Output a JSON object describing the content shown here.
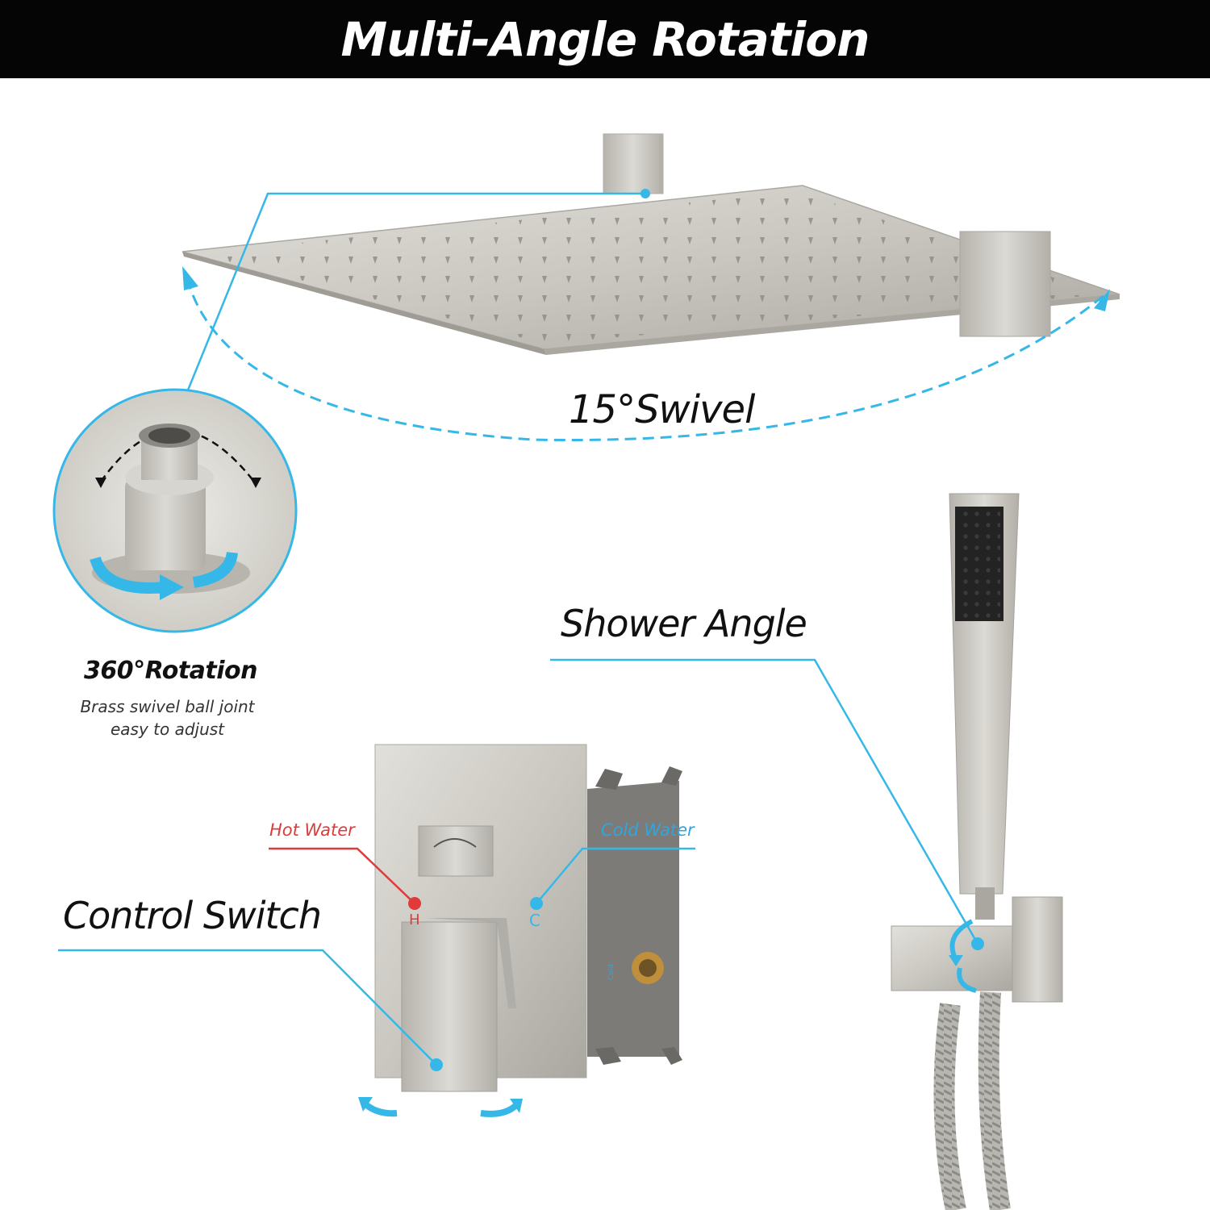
{
  "header": {
    "title": "Multi-Angle Rotation"
  },
  "labels": {
    "swivel": "15°Swivel",
    "rotation_title": "360°Rotation",
    "rotation_desc_1": "Brass swivel ball joint",
    "rotation_desc_2": "easy to adjust",
    "shower_angle": "Shower Angle",
    "control_switch": "Control Switch",
    "hot_water": "Hot Water",
    "cold_water": "Cold Water",
    "hot_mark": "H",
    "cold_mark": "C",
    "box_mark": "Cold"
  },
  "colors": {
    "accent": "#35b8e8",
    "hot": "#e03a3a",
    "metal": "#c9c7c0",
    "header_bg": "#050505"
  }
}
